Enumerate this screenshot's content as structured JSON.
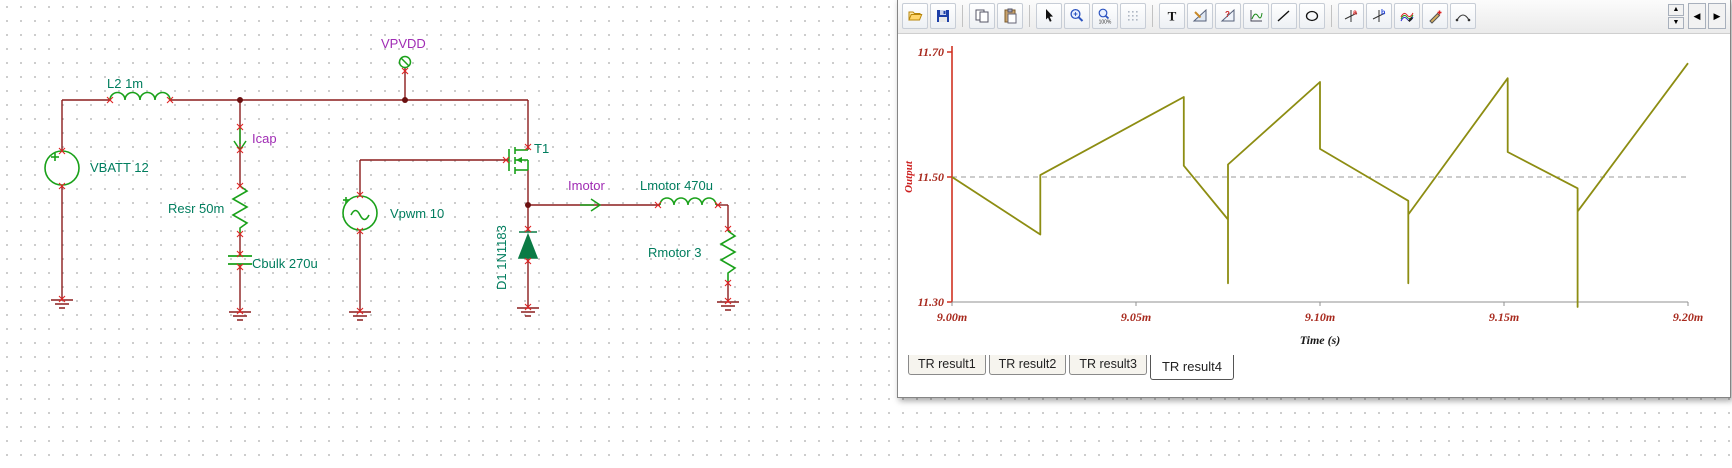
{
  "schematic": {
    "labels": {
      "l2": "L2 1m",
      "vbatt": "VBATT 12",
      "icap": "Icap",
      "resr": "Resr 50m",
      "cbulk": "Cbulk 270u",
      "vpvdd": "VPVDD",
      "vpwm": "Vpwm 10",
      "t1": "T1",
      "d1": "D1 1N1183",
      "imotor": "Imotor",
      "lmotor": "Lmotor 470u",
      "rmotor": "Rmotor 3"
    },
    "colors": {
      "wire": "#8b1d1d",
      "symbol": "#1aa11a",
      "value_label": "#007d5e",
      "meter_label": "#a02cb4",
      "pin_marker": "#e02424",
      "diode_fill": "#0b7b45"
    }
  },
  "toolbar": {
    "icons": [
      "open",
      "save",
      "copy",
      "paste",
      "select",
      "zoom-in",
      "zoom-100",
      "grid",
      "text",
      "ruler-pencil",
      "ruler-query",
      "axes",
      "line",
      "ellipse",
      "cursor-a",
      "cursor-b",
      "curves",
      "add-curve",
      "interpolate",
      "spin-up",
      "spin-down",
      "scroll-left",
      "scroll-right"
    ]
  },
  "chart_data": {
    "type": "line",
    "title": "",
    "xlabel": "Time (s)",
    "ylabel": "Output",
    "xlim": [
      9.0,
      9.2
    ],
    "ylim": [
      11.3,
      11.7
    ],
    "xticks": [
      {
        "v": 9.0,
        "label": "9.00m"
      },
      {
        "v": 9.05,
        "label": "9.05m"
      },
      {
        "v": 9.1,
        "label": "9.10m"
      },
      {
        "v": 9.15,
        "label": "9.15m"
      },
      {
        "v": 9.2,
        "label": "9.20m"
      }
    ],
    "yticks": [
      {
        "v": 11.3,
        "label": "11.30",
        "grid": false
      },
      {
        "v": 11.5,
        "label": "11.50",
        "grid": true
      },
      {
        "v": 11.7,
        "label": "11.70",
        "grid": false
      }
    ],
    "legend_position": "none",
    "series": [
      {
        "name": "Output",
        "color": "#8d8d12",
        "points": [
          [
            9.0,
            11.5
          ],
          [
            9.024,
            11.408
          ],
          [
            9.024,
            11.503
          ],
          [
            9.063,
            11.628
          ],
          [
            9.063,
            11.518
          ],
          [
            9.075,
            11.432
          ],
          [
            9.075,
            11.33
          ],
          [
            9.075,
            11.52
          ],
          [
            9.1,
            11.652
          ],
          [
            9.1,
            11.545
          ],
          [
            9.124,
            11.462
          ],
          [
            9.124,
            11.33
          ],
          [
            9.124,
            11.44
          ],
          [
            9.151,
            11.658
          ],
          [
            9.151,
            11.54
          ],
          [
            9.17,
            11.482
          ],
          [
            9.17,
            11.292
          ],
          [
            9.17,
            11.445
          ],
          [
            9.2,
            11.682
          ]
        ]
      }
    ]
  },
  "results_tabs": [
    "TR result1",
    "TR result2",
    "TR result3",
    "TR result4"
  ],
  "active_tab": "TR result4"
}
